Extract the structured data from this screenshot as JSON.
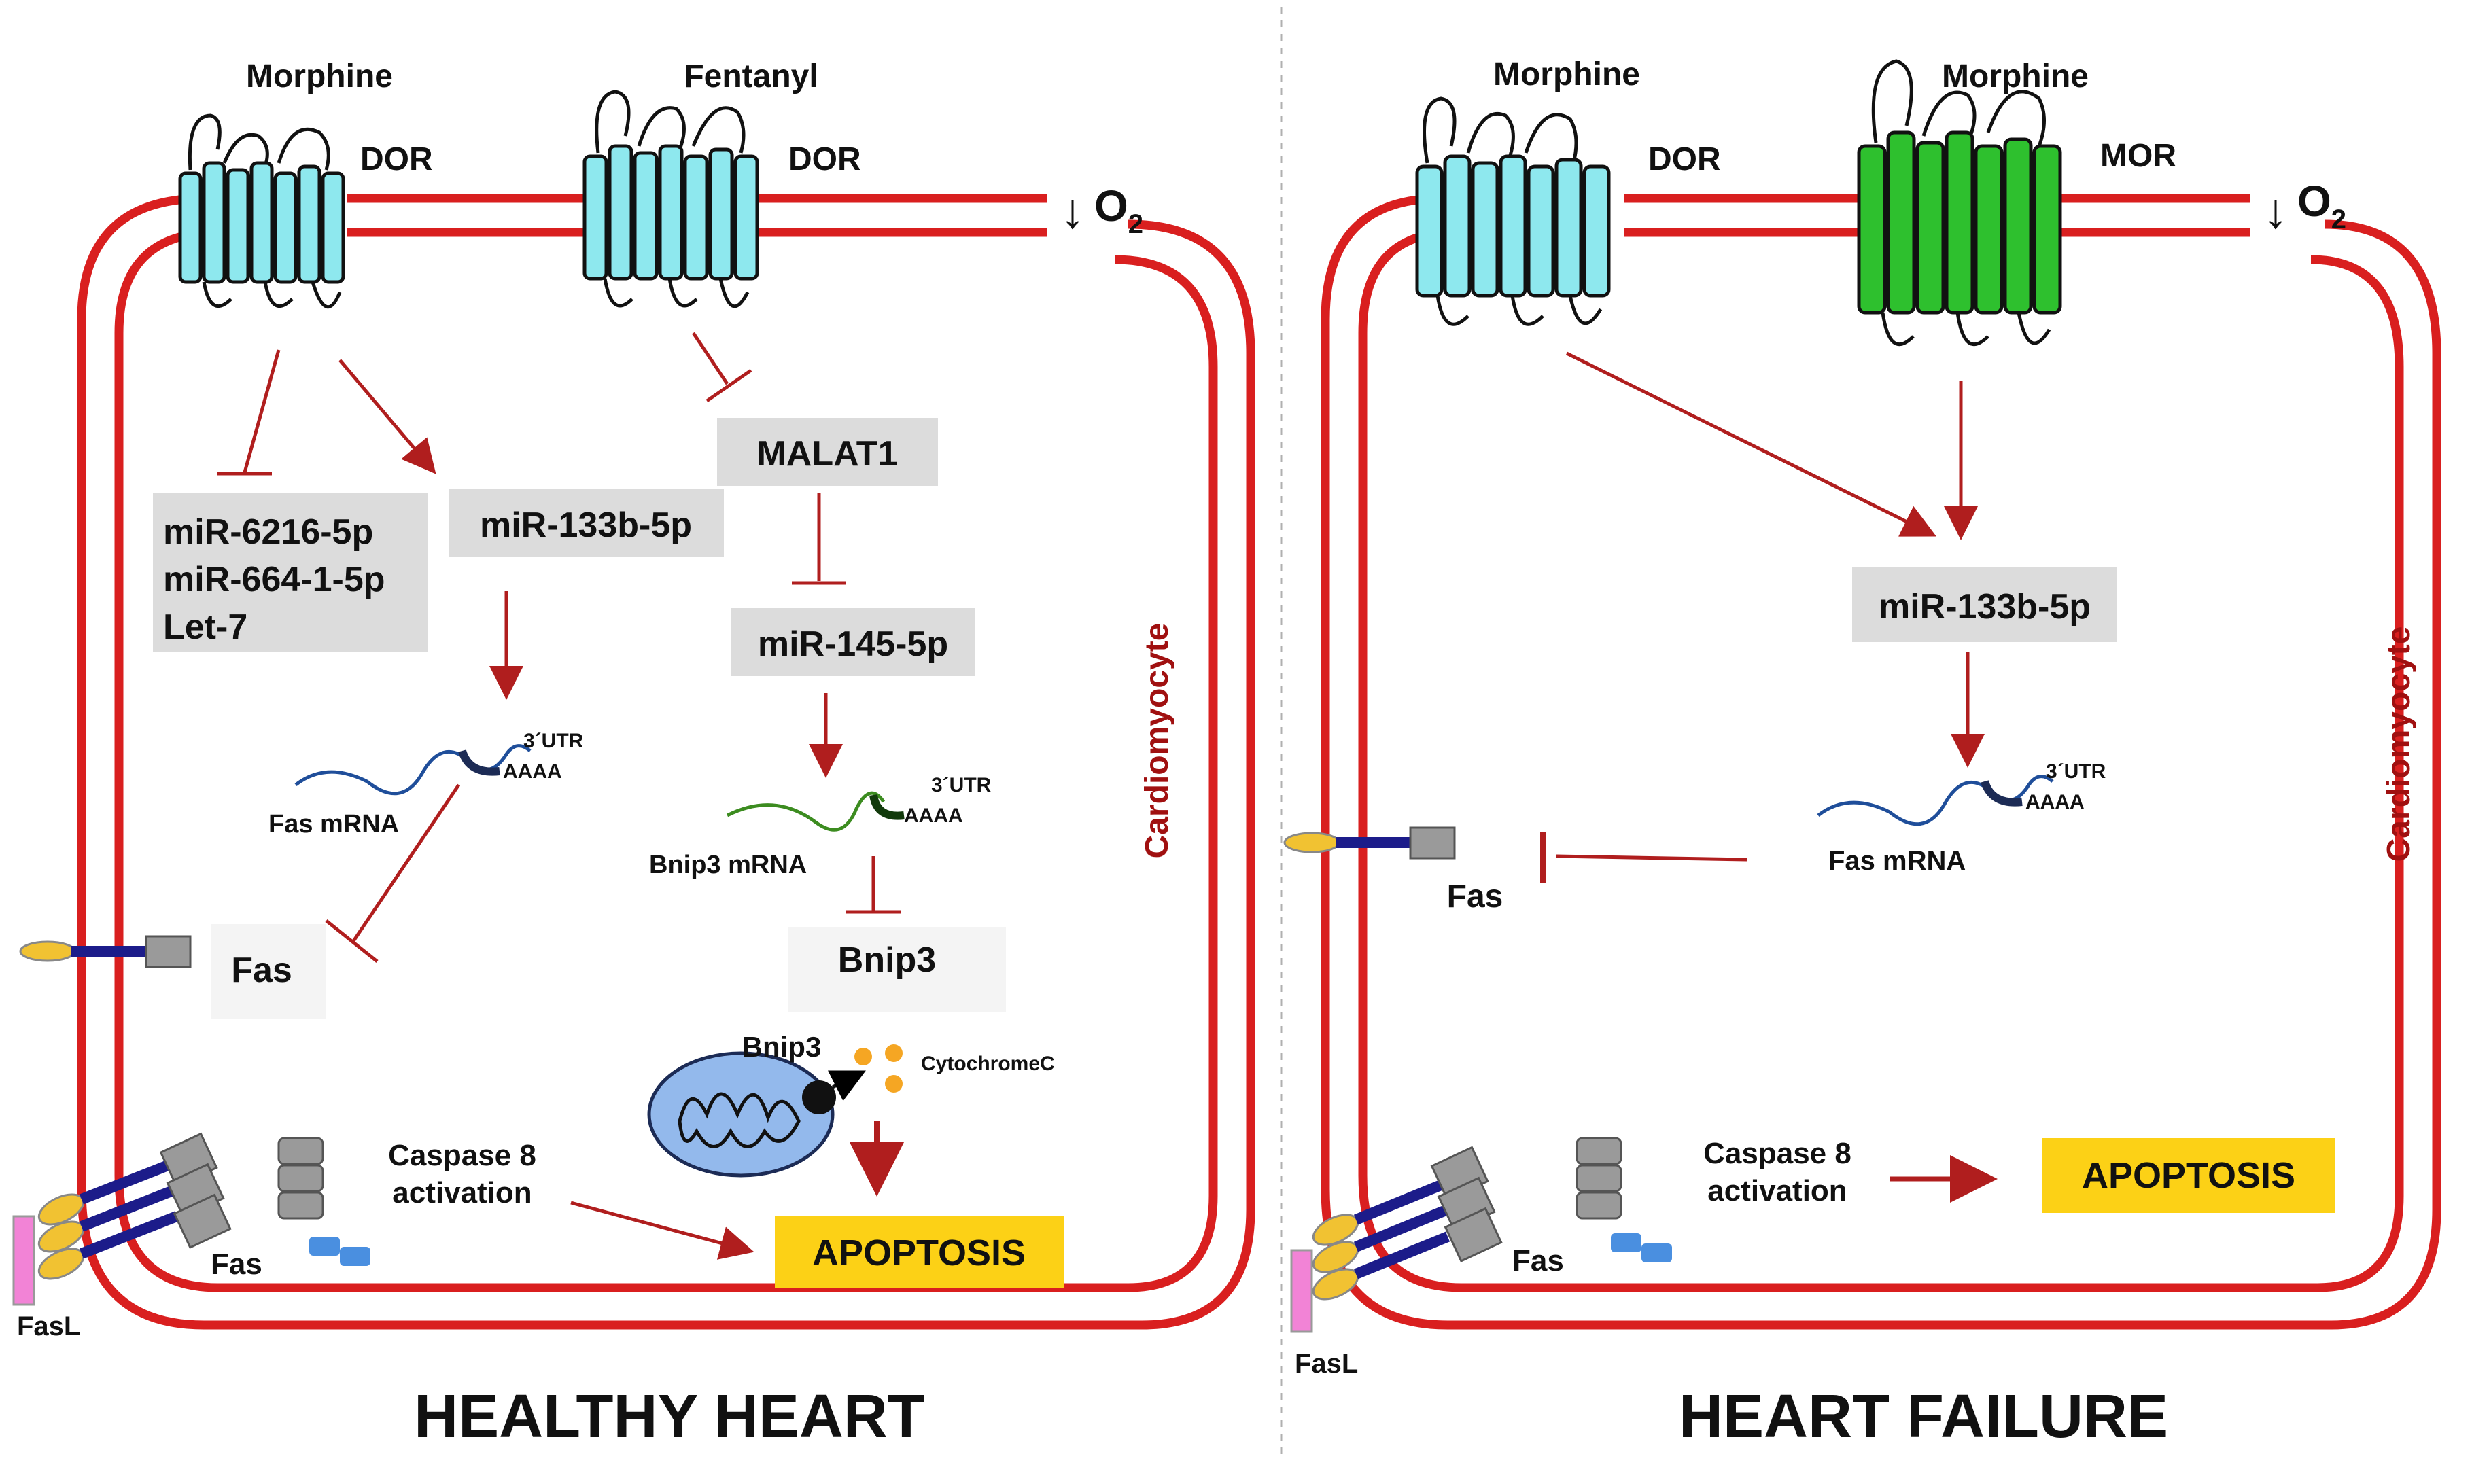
{
  "colors": {
    "membrane": "#d91f1f",
    "arrow": "#b01e1e",
    "dor_receptor": "#8ee8ee",
    "mor_receptor": "#2ec02e",
    "label_box": "#dcdcdc",
    "apoptosis_box": "#fcd116",
    "fas_body": "#9a9a9a",
    "fas_ligand_head": "#f1c232",
    "fas_stalk": "#1c1c8a",
    "fasl": "#f283d6",
    "caspase": "#4a8fe0",
    "mitochondrion": "#93b9ec",
    "cytochrome": "#f5a623",
    "mrna_fas": "#1f4e9a",
    "mrna_bnip3": "#3c8c20",
    "cardiomyocyte_label": "#a01010"
  },
  "left_panel": {
    "title": "HEALTHY HEART",
    "cell_label": "Cardiomyocyte",
    "oxygen_arrow": "↓",
    "oxygen": "O",
    "oxygen_sub": "2",
    "receptor1": {
      "drug": "Morphine",
      "receptor": "DOR"
    },
    "receptor2": {
      "drug": "Fentanyl",
      "receptor": "DOR"
    },
    "mirna_group": [
      "miR-6216-5p",
      "miR-664-1-5p",
      "Let-7"
    ],
    "mir133": "miR-133b-5p",
    "malat1": "MALAT1",
    "mir145": "miR-145-5p",
    "fas_mrna": {
      "utr": "3´UTR",
      "polya": "AAAA",
      "label": "Fas mRNA"
    },
    "bnip3_mrna": {
      "utr": "3´UTR",
      "polya": "AAAA",
      "label": "Bnip3 mRNA"
    },
    "fas": "Fas",
    "bnip3": "Bnip3",
    "bnip3_mito": "Bnip3",
    "cytochrome": "CytochromeC",
    "caspase": [
      "Caspase 8",
      "activation"
    ],
    "fas_complex": "Fas",
    "fasl": "FasL",
    "apoptosis": "APOPTOSIS"
  },
  "right_panel": {
    "title": "HEART FAILURE",
    "cell_label": "Cardiomyocyte",
    "oxygen_arrow": "↓",
    "oxygen": "O",
    "oxygen_sub": "2",
    "receptor1": {
      "drug": "Morphine",
      "receptor": "DOR"
    },
    "receptor2": {
      "drug": "Morphine",
      "receptor": "MOR"
    },
    "mir133": "miR-133b-5p",
    "fas_mrna": {
      "utr": "3´UTR",
      "polya": "AAAA",
      "label": "Fas mRNA"
    },
    "fas": "Fas",
    "caspase": [
      "Caspase 8",
      "activation"
    ],
    "fas_complex": "Fas",
    "fasl": "FasL",
    "apoptosis": "APOPTOSIS"
  }
}
